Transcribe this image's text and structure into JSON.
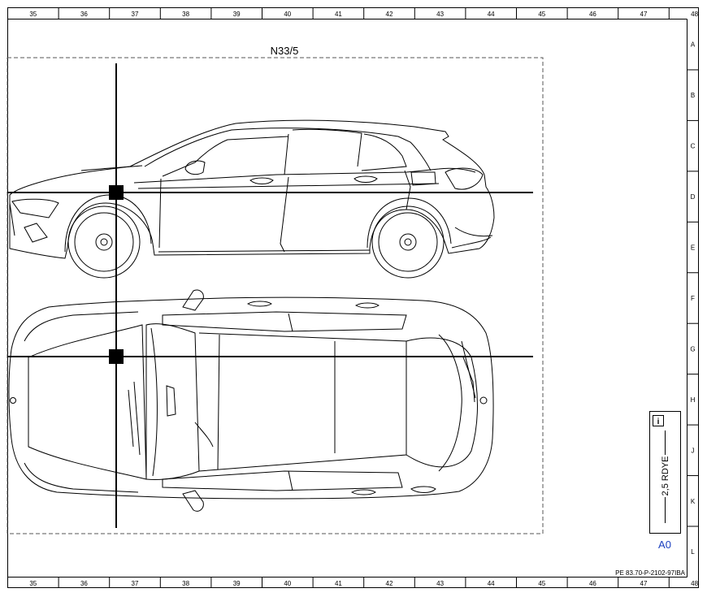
{
  "columns": [
    "35",
    "36",
    "37",
    "38",
    "39",
    "40",
    "41",
    "42",
    "43",
    "44",
    "45",
    "46",
    "47",
    "48"
  ],
  "rows": [
    "A",
    "B",
    "C",
    "D",
    "E",
    "F",
    "G",
    "H",
    "J",
    "K",
    "L"
  ],
  "component_label": "N33/5",
  "wire": {
    "spec": "2,5 RDYE",
    "icon": "info-icon",
    "icon_glyph": "i"
  },
  "connector_code": "A0",
  "document_id": "PE 83.70-P-2102-97IBA",
  "colors": {
    "line": "#000000",
    "accent_blue": "#1a3fbf"
  }
}
